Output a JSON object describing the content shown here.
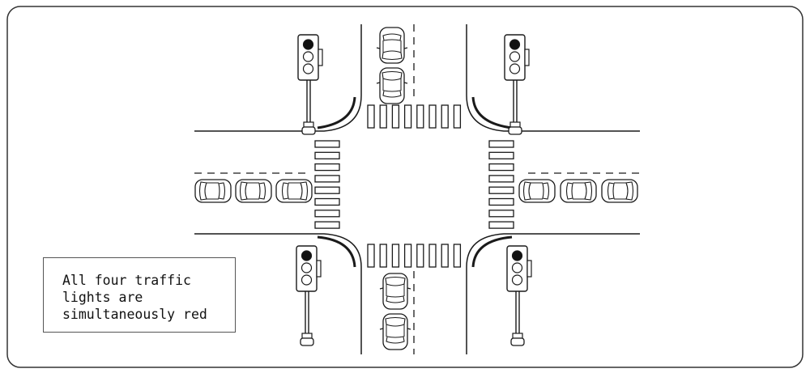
{
  "caption": {
    "lines": [
      "All four traffic",
      "lights are",
      "simultaneously red"
    ]
  },
  "colors": {
    "ink": "#1a1a1a",
    "frame": "#333333",
    "red_light": "#111111",
    "off_light": "#ffffff",
    "background": "#ffffff"
  },
  "traffic_lights": [
    {
      "id": "top-left",
      "state": "red"
    },
    {
      "id": "top-right",
      "state": "red"
    },
    {
      "id": "bottom-left",
      "state": "red"
    },
    {
      "id": "bottom-right",
      "state": "red"
    }
  ],
  "cars": {
    "north_lane_count": 2,
    "south_lane_count": 2,
    "west_lane_count": 3,
    "east_lane_count": 3
  },
  "crosswalks": [
    "north",
    "south",
    "west",
    "east"
  ]
}
